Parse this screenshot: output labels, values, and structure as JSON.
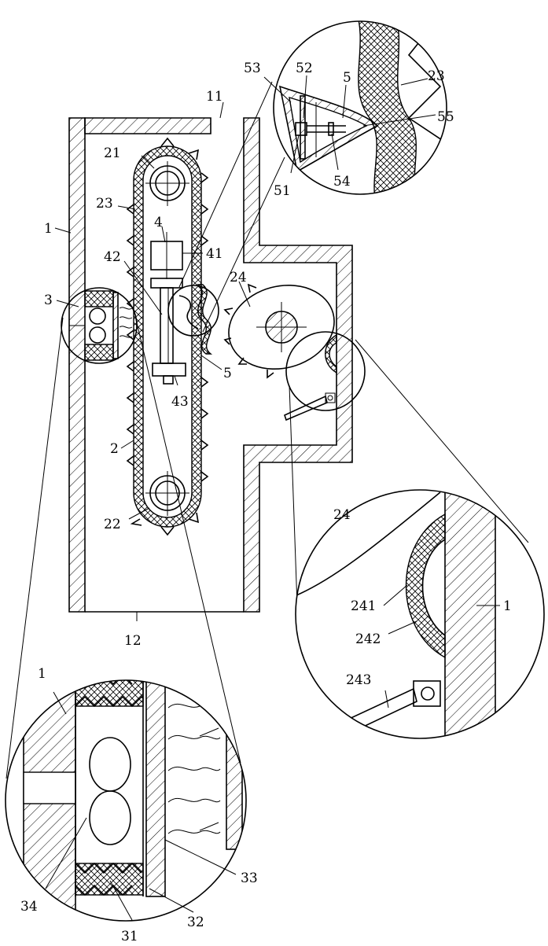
{
  "colors": {
    "line": "#000000",
    "background": "#ffffff"
  },
  "labels": {
    "l1": "1",
    "l11": "11",
    "l12": "12",
    "l2": "2",
    "l21": "21",
    "l22": "22",
    "l23": "23",
    "l24": "24",
    "l3": "3",
    "l4": "4",
    "l41": "41",
    "l42": "42",
    "l43": "43",
    "l5": "5",
    "l51": "51",
    "l52": "52",
    "l53": "53",
    "l54": "54",
    "l55": "55",
    "d_l5": "5",
    "d_l23": "23",
    "e_l24": "24",
    "e_l241": "241",
    "e_l242": "242",
    "e_l243": "243",
    "e_l1": "1",
    "b_l1": "1",
    "b_l31": "31",
    "b_l32": "32",
    "b_l33": "33",
    "b_l34": "34"
  }
}
